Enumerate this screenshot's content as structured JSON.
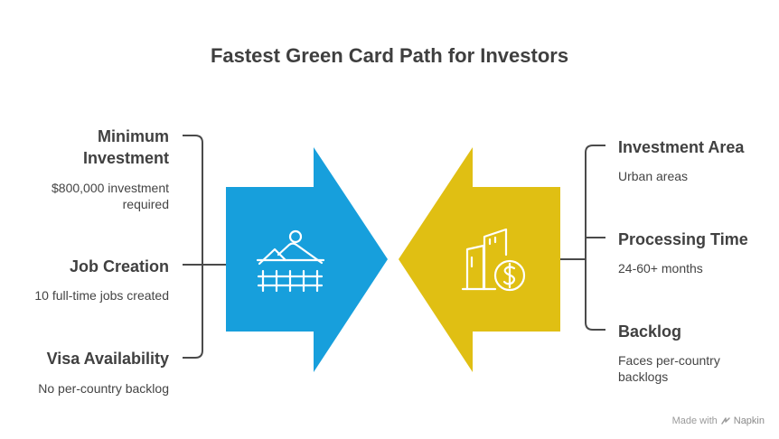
{
  "title": "Fastest Green Card Path for Investors",
  "colors": {
    "left_arrow": "#179fdc",
    "right_arrow": "#e0bf13",
    "line": "#4a4a4a"
  },
  "left_icon": "landscape-fence-icon",
  "right_icon": "buildings-dollar-icon",
  "left_items": [
    {
      "label": "Minimum Investment",
      "label_line1": "Minimum",
      "label_line2": "Investment",
      "desc_line1": "$800,000 investment",
      "desc_line2": "required"
    },
    {
      "label": "Job Creation",
      "desc": "10 full-time jobs created"
    },
    {
      "label": "Visa Availability",
      "desc": "No per-country backlog"
    }
  ],
  "right_items": [
    {
      "label": "Investment Area",
      "desc": "Urban areas"
    },
    {
      "label": "Processing Time",
      "desc": "24-60+ months"
    },
    {
      "label": "Backlog",
      "desc_line1": "Faces per-country",
      "desc_line2": "backlogs"
    }
  ],
  "footer": {
    "made_with": "Made with",
    "brand": "Napkin"
  }
}
